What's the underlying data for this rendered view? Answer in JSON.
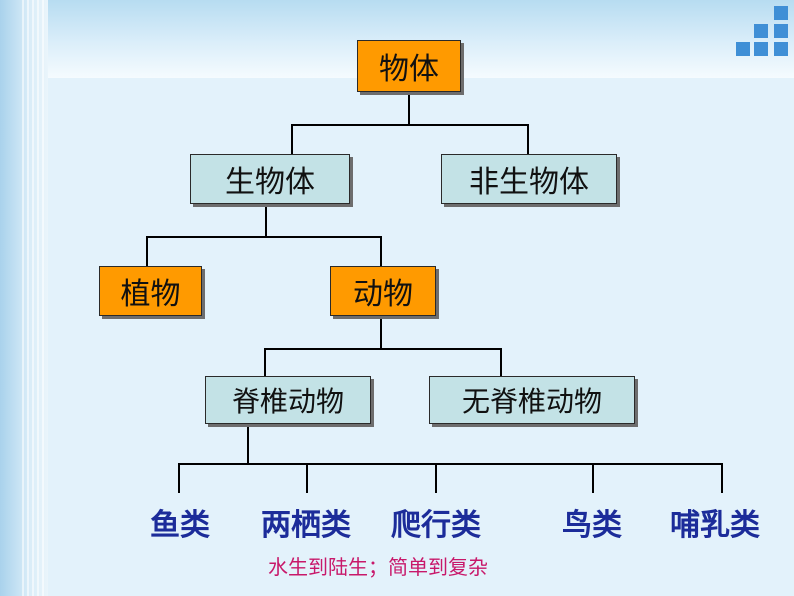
{
  "root": "物体",
  "level1": [
    "生物体",
    "非生物体"
  ],
  "level2": [
    "植物",
    "动物"
  ],
  "level3": [
    "脊椎动物",
    "无脊椎动物"
  ],
  "leaves": [
    "鱼类",
    "两栖类",
    "爬行类",
    "鸟类",
    "哺乳类"
  ],
  "caption": "水生到陆生；简单到复杂",
  "colors": {
    "orange_box": "#ff9a00",
    "teal_box": "#c3e2e6",
    "leaf_text": "#1c2c9a",
    "caption_text": "#c8186a",
    "corner_squares": "#3f8fd6"
  },
  "icons": [
    "corner-squares-decoration"
  ]
}
